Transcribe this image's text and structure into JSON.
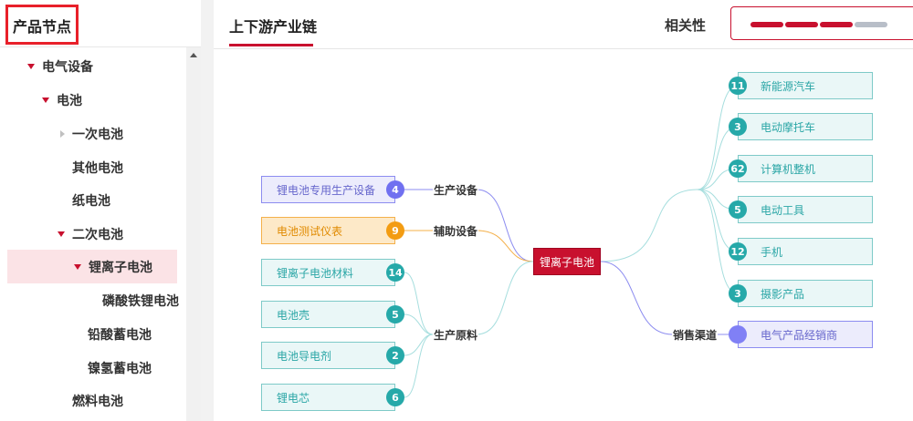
{
  "sidebar": {
    "title": "产品节点",
    "items": [
      {
        "label": "电气设备",
        "caret": "down"
      },
      {
        "label": "电池",
        "caret": "down"
      },
      {
        "label": "一次电池",
        "caret": "right"
      },
      {
        "label": "其他电池",
        "caret": ""
      },
      {
        "label": "纸电池",
        "caret": ""
      },
      {
        "label": "二次电池",
        "caret": "down"
      },
      {
        "label": "锂离子电池",
        "caret": "down",
        "selected": true
      },
      {
        "label": "磷酸铁锂电池",
        "caret": ""
      },
      {
        "label": "铅酸蓄电池",
        "caret": ""
      },
      {
        "label": "镍氢蓄电池",
        "caret": ""
      },
      {
        "label": "燃料电池",
        "caret": ""
      }
    ]
  },
  "header": {
    "tab_label": "上下游产业链",
    "relevance_label": "相关性",
    "relevance": {
      "filled": 3,
      "total": 4
    },
    "colors": {
      "accent": "#c8102e",
      "empty": "#b8bec8"
    }
  },
  "graph": {
    "center": "锂离子电池",
    "left_edges": [
      "生产设备",
      "辅助设备",
      "生产原料"
    ],
    "right_edge": "销售渠道",
    "left_nodes": [
      {
        "label": "锂电池专用生产设备",
        "count": "4",
        "style": "purple"
      },
      {
        "label": "电池测试仪表",
        "count": "9",
        "style": "orange"
      },
      {
        "label": "锂离子电池材料",
        "count": "14",
        "style": "teal"
      },
      {
        "label": "电池壳",
        "count": "5",
        "style": "teal"
      },
      {
        "label": "电池导电剂",
        "count": "2",
        "style": "teal"
      },
      {
        "label": "锂电芯",
        "count": "6",
        "style": "teal"
      }
    ],
    "right_nodes": [
      {
        "label": "新能源汽车",
        "count": "11"
      },
      {
        "label": "电动摩托车",
        "count": "3"
      },
      {
        "label": "计算机整机",
        "count": "62"
      },
      {
        "label": "电动工具",
        "count": "5"
      },
      {
        "label": "手机",
        "count": "12"
      },
      {
        "label": "摄影产品",
        "count": "3"
      }
    ],
    "sales_node": {
      "label": "电气产品经销商"
    },
    "colors": {
      "teal": "#26a9a9",
      "purple": "#7070f0",
      "orange": "#f39c12",
      "center": "#c8102e"
    }
  }
}
